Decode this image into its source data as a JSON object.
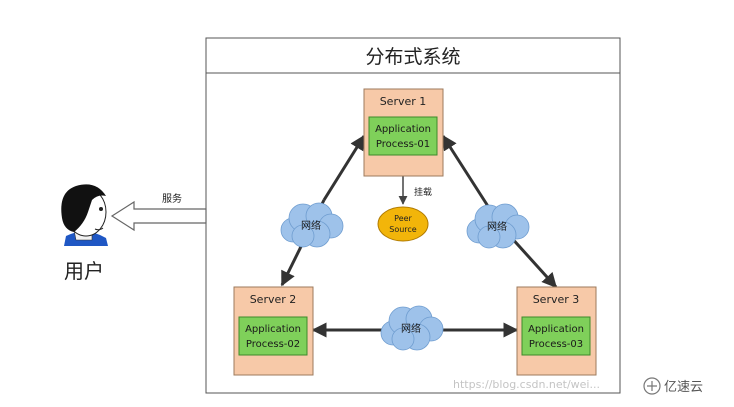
{
  "title": "分布式系统",
  "user": {
    "label": "用户",
    "service_label": "服务"
  },
  "servers": [
    {
      "name": "Server 1",
      "app_line1": "Application",
      "app_line2": "Process-01"
    },
    {
      "name": "Server 2",
      "app_line1": "Application",
      "app_line2": "Process-02"
    },
    {
      "name": "Server 3",
      "app_line1": "Application",
      "app_line2": "Process-03"
    }
  ],
  "mount_label": "挂载",
  "peer": {
    "line1": "Peer",
    "line2": "Source"
  },
  "network_label": "网络",
  "watermark": "https://blog.csdn.net/wei...",
  "logo_text": "亿速云",
  "colors": {
    "server_fill": "#f7c9a8",
    "server_border": "#9c7a5c",
    "app_fill": "#7fd05a",
    "app_border": "#3c8a2a",
    "peer_fill": "#f2b50a",
    "cloud_fill": "#9ec2ea",
    "frame_border": "#555555"
  }
}
